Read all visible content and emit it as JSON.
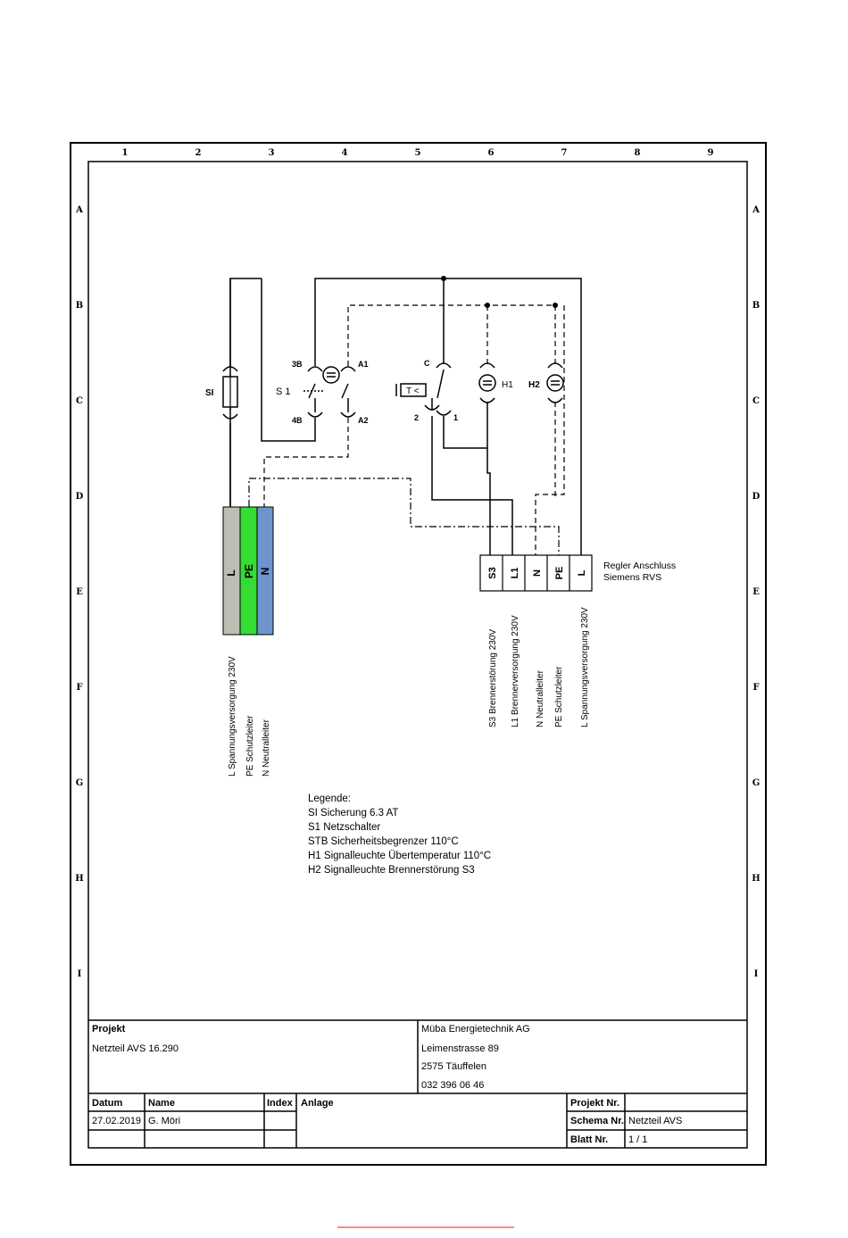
{
  "grid": {
    "columns": [
      "1",
      "2",
      "3",
      "4",
      "5",
      "6",
      "7",
      "8",
      "9"
    ],
    "rows": [
      "A",
      "B",
      "C",
      "D",
      "E",
      "F",
      "G",
      "H",
      "I"
    ]
  },
  "components": {
    "fuse": "SI",
    "switch": "S 1",
    "switch_terminals": [
      "3B",
      "A1",
      "4B",
      "A2"
    ],
    "stb": "T <",
    "stb_terminals": [
      "C",
      "2",
      "1"
    ],
    "lamp1": "H1",
    "lamp2": "H2"
  },
  "left_terminal": {
    "blocks": [
      {
        "label": "L",
        "color": "#bdbdb4"
      },
      {
        "label": "PE",
        "color": "#33dd33"
      },
      {
        "label": "N",
        "color": "#6f93cc"
      }
    ],
    "descriptions": [
      "L Spannungsversorgung 230V",
      "PE Schutzleiter",
      "N Neutralleiter"
    ]
  },
  "regler": {
    "title_line1": "Regler Anschluss",
    "title_line2": "Siemens RVS",
    "terminals": [
      "S3",
      "L1",
      "N",
      "PE",
      "L"
    ],
    "descriptions": [
      "S3 Brennerstörung 230V",
      "L1 Brennerversorgung 230V",
      "N Neutralleiter",
      "PE Schutzleiter",
      "L Spannungsversorgung 230V"
    ]
  },
  "legend": {
    "title": "Legende:",
    "items": [
      "SI   Sicherung 6.3 AT",
      "S1   Netzschalter",
      "STB Sicherheitsbegrenzer 110°C",
      "H1  Signalleuchte Übertemperatur 110°C",
      "H2  Signalleuchte Brennerstörung S3"
    ]
  },
  "title_block": {
    "projekt_label": "Projekt",
    "projekt_value": "Netzteil AVS 16.290",
    "company": [
      "Müba Energietechnik AG",
      "Leimenstrasse 89",
      "2575 Täuffelen",
      "032 396 06 46"
    ],
    "datum_label": "Datum",
    "datum_value": "27.02.2019",
    "name_label": "Name",
    "name_value": "G. Möri",
    "index_label": "Index",
    "anlage_label": "Anlage",
    "projekt_nr_label": "Projekt Nr.",
    "schema_nr_label": "Schema Nr.",
    "schema_nr_value": "Netzteil AVS",
    "blatt_nr_label": "Blatt Nr.",
    "blatt_nr_value": "1 / 1"
  },
  "colors": {
    "line": "#000000",
    "footer_rule": "#ff4444"
  }
}
